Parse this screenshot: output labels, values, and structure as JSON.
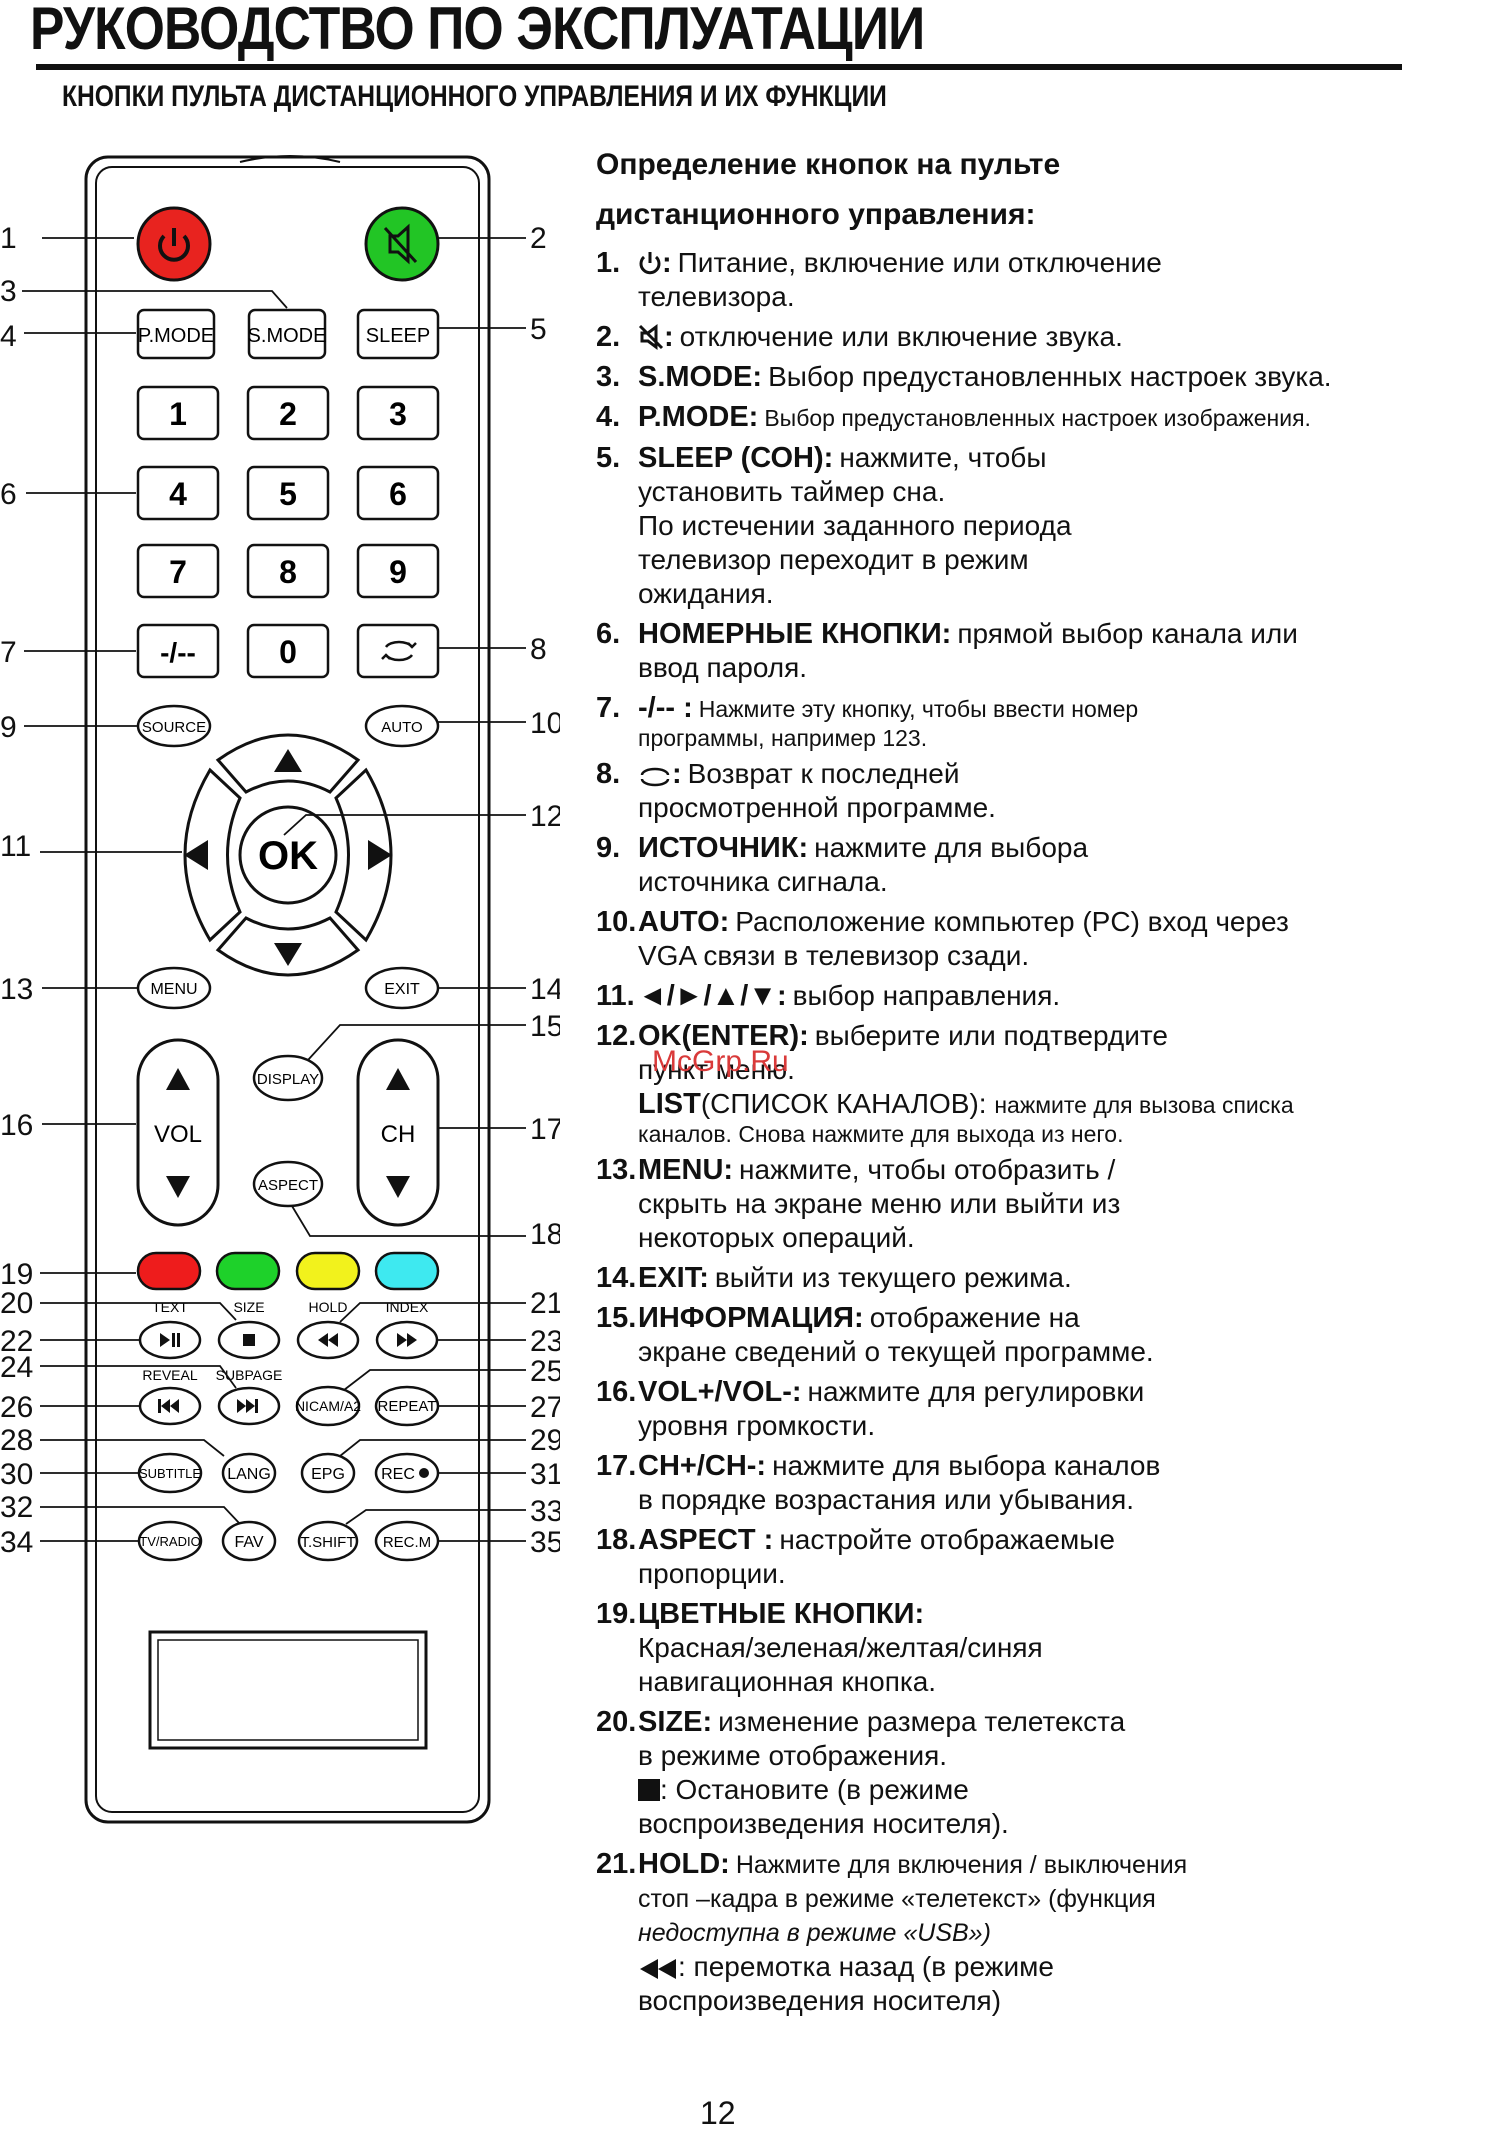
{
  "header": {
    "title": "РУКОВОДСТВО ПО ЭКСПЛУАТАЦИИ",
    "section": "КНОПКИ ПУЛЬТА ДИСТАНЦИОННОГО УПРАВЛЕНИЯ  И ИХ ФУНКЦИИ"
  },
  "remote": {
    "labels": {
      "p_mode": "P.MODE",
      "s_mode": "S.MODE",
      "sleep": "SLEEP",
      "d1": "1",
      "d2": "2",
      "d3": "3",
      "d4": "4",
      "d5": "5",
      "d6": "6",
      "d7": "7",
      "d8": "8",
      "d9": "9",
      "d0": "0",
      "dash": "-/--",
      "source": "SOURCE",
      "auto": "AUTO",
      "ok": "OK",
      "menu": "MENU",
      "exit": "EXIT",
      "display": "DISPLAY",
      "aspect": "ASPECT",
      "vol": "VOL",
      "ch": "CH",
      "text": "TEXT",
      "size": "SIZE",
      "hold": "HOLD",
      "index": "INDEX",
      "reveal": "REVEAL",
      "subpage": "SUBPAGE",
      "nicam": "NICAM/A2",
      "repeat": "REPEAT",
      "subtitle": "SUBTITLE",
      "lang": "LANG",
      "epg": "EPG",
      "rec": "REC",
      "tvradio": "TV/RADIO",
      "fav": "FAV",
      "tshift": "T.SHIFT",
      "recm": "REC.M"
    },
    "callouts": [
      "1",
      "2",
      "3",
      "4",
      "5",
      "6",
      "7",
      "8",
      "9",
      "10",
      "11",
      "12",
      "13",
      "14",
      "15",
      "16",
      "17",
      "18",
      "19",
      "20",
      "21",
      "22",
      "23",
      "24",
      "25",
      "26",
      "27",
      "28",
      "29",
      "30",
      "31",
      "32",
      "33",
      "34",
      "35"
    ],
    "colors": {
      "power": "#e8231f",
      "mute": "#22c525",
      "red": "#ee1c1c",
      "green": "#1ed12a",
      "yellow": "#f2f21c",
      "cyan": "#3ee9f0"
    },
    "icons": [
      "power-icon",
      "mute-icon",
      "swap-icon",
      "arrow-up-icon",
      "arrow-down-icon",
      "arrow-left-icon",
      "arrow-right-icon",
      "play-pause-icon",
      "stop-icon",
      "rewind-icon",
      "fast-forward-icon",
      "prev-icon",
      "next-icon"
    ]
  },
  "description": {
    "header1": "Определение  кнопок на пульте",
    "header2": "дистанционного управления:",
    "items": [
      {
        "num": "1.",
        "key": ":",
        "text": "Питание, включение или отключение",
        "text2": "телевизора."
      },
      {
        "num": "2.",
        "key": ":",
        "text": "отключение или включение звука."
      },
      {
        "num": "3.",
        "key": "S.MODE:",
        "text": "Выбор предустановленных настроек звука."
      },
      {
        "num": "4.",
        "key": "P.MODE:",
        "text": "Выбор предустановленных настроек изображения."
      },
      {
        "num": "5.",
        "key": "SLEEP (СОН):",
        "text": "нажмите, чтобы",
        "text2": "установить таймер сна.",
        "text3": "По истечении заданного периода",
        "text4": "телевизор переходит в режим",
        "text5": "ожидания."
      },
      {
        "num": "6.",
        "key": "НОМЕРНЫЕ КНОПКИ:",
        "text": "прямой выбор канала или",
        "text2": "ввод пароля."
      },
      {
        "num": "7.",
        "key": "-/-- :",
        "text": "Нажмите эту кнопку, чтобы ввести номер",
        "text2": "программы, например 123."
      },
      {
        "num": "8.",
        "key": ":",
        "text": "Возврат к последней",
        "text2": "просмотренной программе."
      },
      {
        "num": "9.",
        "key": "ИСТОЧНИК:",
        "text": "нажмите для выбора",
        "text2": "источника сигнала."
      },
      {
        "num": "10.",
        "key": "AUTO:",
        "text": "Расположение компьютер (PC) вход через",
        "text2": "VGA связи в телевизор сзади."
      },
      {
        "num": "11.",
        "key": "◄/►/▲/▼:",
        "text": "выбор направления."
      },
      {
        "num": "12.",
        "key": "OK(ENTER):",
        "text": "выберите или подтвердите",
        "text2": "пункт меню.",
        "key2": "LIST",
        "text3": "(СПИСОК КАНАЛОВ):",
        "text4": "нажмите для вызова списка",
        "text5": "каналов. Снова нажмите для выхода из него."
      },
      {
        "num": "13.",
        "key": "MENU:",
        "text": "нажмите, чтобы отобразить /",
        "text2": "скрыть на экране меню или выйти из",
        "text3": "некоторых операций."
      },
      {
        "num": "14.",
        "key": "EXIT:",
        "text": "выйти из текущего режима."
      },
      {
        "num": "15.",
        "key": "ИНФОРМАЦИЯ:",
        "text": "отображение на",
        "text2": "экране сведений о текущей программе."
      },
      {
        "num": "16.",
        "key": "VOL+/VOL-:",
        "text": "нажмите для регулировки",
        "text2": "уровня громкости."
      },
      {
        "num": "17.",
        "key": "CH+/CH-:",
        "text": "нажмите для выбора каналов",
        "text2": "в порядке возрастания или убывания."
      },
      {
        "num": "18.",
        "key": "ASPECT :",
        "text": "настройте отображаемые",
        "text2": "пропорции."
      },
      {
        "num": "19.",
        "key": "ЦВЕТНЫЕ КНОПКИ:",
        "text": "Красная/зеленая/желтая/синяя",
        "text2": "навигационная кнопка."
      },
      {
        "num": "20.",
        "key": "SIZE:",
        "text": "изменение размера телетекста",
        "text2": "в режиме отображения.",
        "text3": ": Остановите (в режиме",
        "text4": "воспроизведения носителя)."
      },
      {
        "num": "21.",
        "key": "HOLD:",
        "text": "Нажмите для включения / выключения",
        "text2": "стоп –кадра в режиме «телетекст» (функция",
        "text3": "недоступна в режиме «USB»)",
        "text4": ": перемотка назад (в режиме",
        "text5": "воспроизведения носителя)"
      }
    ]
  },
  "watermark": "McGrp.Ru",
  "page_number": "12"
}
